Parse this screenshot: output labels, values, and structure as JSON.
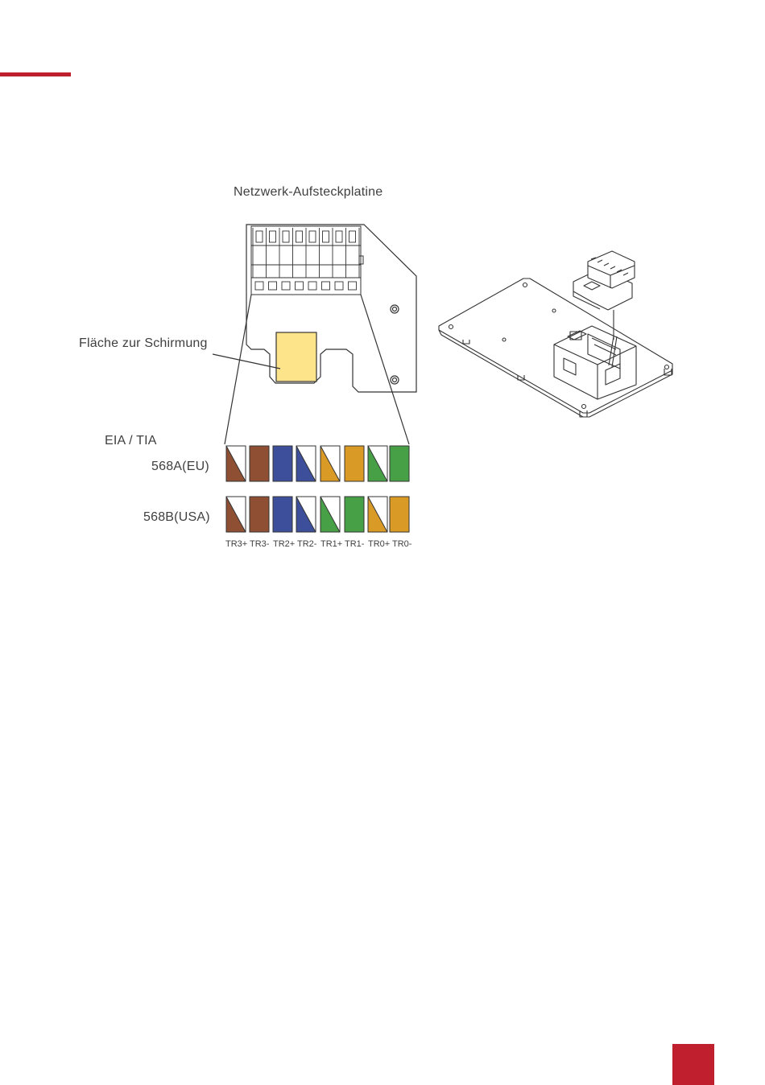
{
  "diagram": {
    "title": "Netzwerk-Aufsteckplatine",
    "shield_label": "Fläche zur Schirmung",
    "standard_label": "EIA / TIA",
    "rows": [
      {
        "label": "568A(EU)",
        "wires": [
          {
            "color": "#8e4f33",
            "striped": true
          },
          {
            "color": "#8e4f33",
            "striped": false
          },
          {
            "color": "#3d4f9a",
            "striped": false
          },
          {
            "color": "#3d4f9a",
            "striped": true
          },
          {
            "color": "#d99a26",
            "striped": true
          },
          {
            "color": "#d99a26",
            "striped": false
          },
          {
            "color": "#47a046",
            "striped": true
          },
          {
            "color": "#47a046",
            "striped": false
          }
        ]
      },
      {
        "label": "568B(USA)",
        "wires": [
          {
            "color": "#8e4f33",
            "striped": true
          },
          {
            "color": "#8e4f33",
            "striped": false
          },
          {
            "color": "#3d4f9a",
            "striped": false
          },
          {
            "color": "#3d4f9a",
            "striped": true
          },
          {
            "color": "#47a046",
            "striped": true
          },
          {
            "color": "#47a046",
            "striped": false
          },
          {
            "color": "#d99a26",
            "striped": true
          },
          {
            "color": "#d99a26",
            "striped": false
          }
        ]
      }
    ],
    "pins": [
      "TR3+",
      "TR3-",
      "TR2+",
      "TR2-",
      "TR1+",
      "TR1-",
      "TR0+",
      "TR0-"
    ]
  },
  "colors": {
    "accent": "#c0202e",
    "shield_fill": "#fde48a",
    "line": "#333333"
  }
}
